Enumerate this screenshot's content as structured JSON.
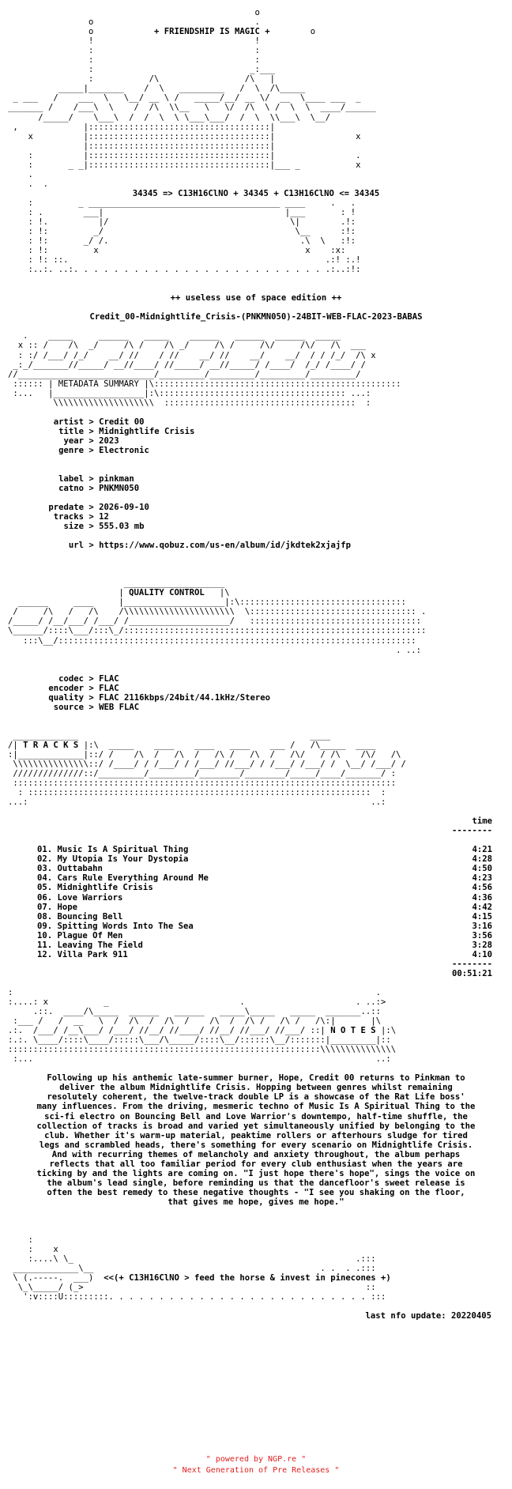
{
  "header": {
    "banner": "+ FRIENDSHIP IS MAGIC +",
    "equation": "34345 => C13H16ClNO + 34345 + C13H16ClNO <= 34345"
  },
  "edition": "++ useless use of space edition ++",
  "release_name": "Credit_00-Midnightlife_Crisis-(PNKMN050)-24BIT-WEB-FLAC-2023-BABAS",
  "metadata": {
    "section_title": "METADATA SUMMARY",
    "artist_key": "artist",
    "artist": "Credit 00",
    "title_key": "title",
    "title": "Midnightlife Crisis",
    "year_key": "year",
    "year": "2023",
    "genre_key": "genre",
    "genre": "Electronic",
    "label_key": "label",
    "label": "pinkman",
    "catno_key": "catno",
    "catno": "PNKMN050",
    "predate_key": "predate",
    "predate": "2026-09-10",
    "tracks_key": "tracks",
    "tracks": "12",
    "size_key": "size",
    "size": "555.03 mb",
    "url_key": "url",
    "url": "https://www.qobuz.com/us-en/album/id/jkdtek2xjajfp"
  },
  "quality": {
    "section_title": "QUALITY CONTROL",
    "codec_key": "codec",
    "codec": "FLAC",
    "encoder_key": "encoder",
    "encoder": "FLAC",
    "quality_key": "quality",
    "quality": "FLAC 2116kbps/24bit/44.1kHz/Stereo",
    "source_key": "source",
    "source": "WEB FLAC"
  },
  "tracklist": {
    "section_title": "T R A C K S",
    "time_header": "time",
    "rule": "--------",
    "items": [
      {
        "title": "01. Music Is A Spiritual Thing",
        "time": "4:21"
      },
      {
        "title": "02. My Utopia Is Your Dystopia",
        "time": "4:28"
      },
      {
        "title": "03. Outtabahn",
        "time": "4:50"
      },
      {
        "title": "04. Cars Rule Everything Around Me",
        "time": "4:23"
      },
      {
        "title": "05. Midnightlife Crisis",
        "time": "4:56"
      },
      {
        "title": "06. Love Warriors",
        "time": "4:36"
      },
      {
        "title": "07. Hope",
        "time": "4:42"
      },
      {
        "title": "08. Bouncing Bell",
        "time": "4:15"
      },
      {
        "title": "09. Spitting Words Into The Sea",
        "time": "3:16"
      },
      {
        "title": "10. Plague Of Men",
        "time": "3:56"
      },
      {
        "title": "11. Leaving The Field",
        "time": "3:28"
      },
      {
        "title": "12. Villa Park 911",
        "time": "4:10"
      }
    ],
    "total": "00:51:21"
  },
  "notes": {
    "section_title": "N O T E S",
    "text": "Following up his anthemic late-summer burner, Hope, Credit 00 returns to Pinkman to deliver the album Midnightlife Crisis. Hopping between genres whilst remaining resolutely coherent, the twelve-track double LP is a showcase of the Rat Life boss' many influences. From the driving, mesmeric techno of Music Is A Spiritual Thing to the sci-fi electro on Bouncing Bell and Love Warrior's downtempo, half-time shuffle, the collection of tracks is broad and varied yet simultaneously unified by belonging to the club. Whether it's warm-up material, peaktime rollers or afterhours sludge for tired legs and scrambled heads, there's something for every scenario on Midnightlife Crisis. And with recurring themes of melancholy and anxiety throughout, the album perhaps reflects that all too familiar period for every club enthusiast when the years are ticking by and the lights are coming on. \"I just hope there's hope\", sings the voice on the album's lead single, before reminding us that the dancefloor's sweet release is often the best remedy to these negative thoughts - \"I see you shaking on the floor, that gives me hope, gives me hope.\""
  },
  "closing": {
    "slogan": "<<(+ C13H16ClNO > feed the horse & invest in pinecones +)",
    "last_update": "last nfo update: 20220405"
  },
  "footer": {
    "powered": "\" powered by NGP.re \"",
    "tagline": "\" Next Generation of Pre Releases \""
  }
}
